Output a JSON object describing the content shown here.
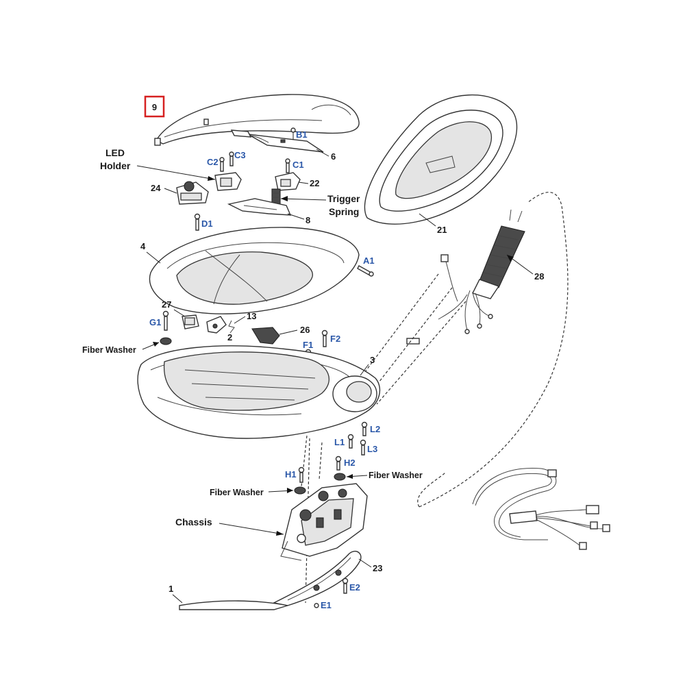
{
  "highlight": {
    "part": "9",
    "color": "#d62020"
  },
  "colors": {
    "part_number": "#1a1a1a",
    "fastener_code": "#2a57a8"
  },
  "labels": {
    "p9": "9",
    "b1": "B1",
    "p6": "6",
    "c2": "C2",
    "c3": "C3",
    "c1": "C1",
    "p22": "22",
    "led_holder_1": "LED",
    "led_holder_2": "Holder",
    "p24": "24",
    "trigger_spring_1": "Trigger",
    "trigger_spring_2": "Spring",
    "p8": "8",
    "p21": "21",
    "d1": "D1",
    "p4": "4",
    "a1": "A1",
    "p28": "28",
    "p27": "27",
    "p13": "13",
    "g1": "G1",
    "p2": "2",
    "p26": "26",
    "f1": "F1",
    "f2": "F2",
    "fiber_washer_1": "Fiber Washer",
    "p3": "3",
    "l2": "L2",
    "l1": "L1",
    "l3": "L3",
    "h2": "H2",
    "h1": "H1",
    "fiber_washer_2": "Fiber Washer",
    "fiber_washer_3": "Fiber Washer",
    "chassis": "Chassis",
    "p23": "23",
    "p1": "1",
    "e2": "E2",
    "e1": "E1"
  }
}
